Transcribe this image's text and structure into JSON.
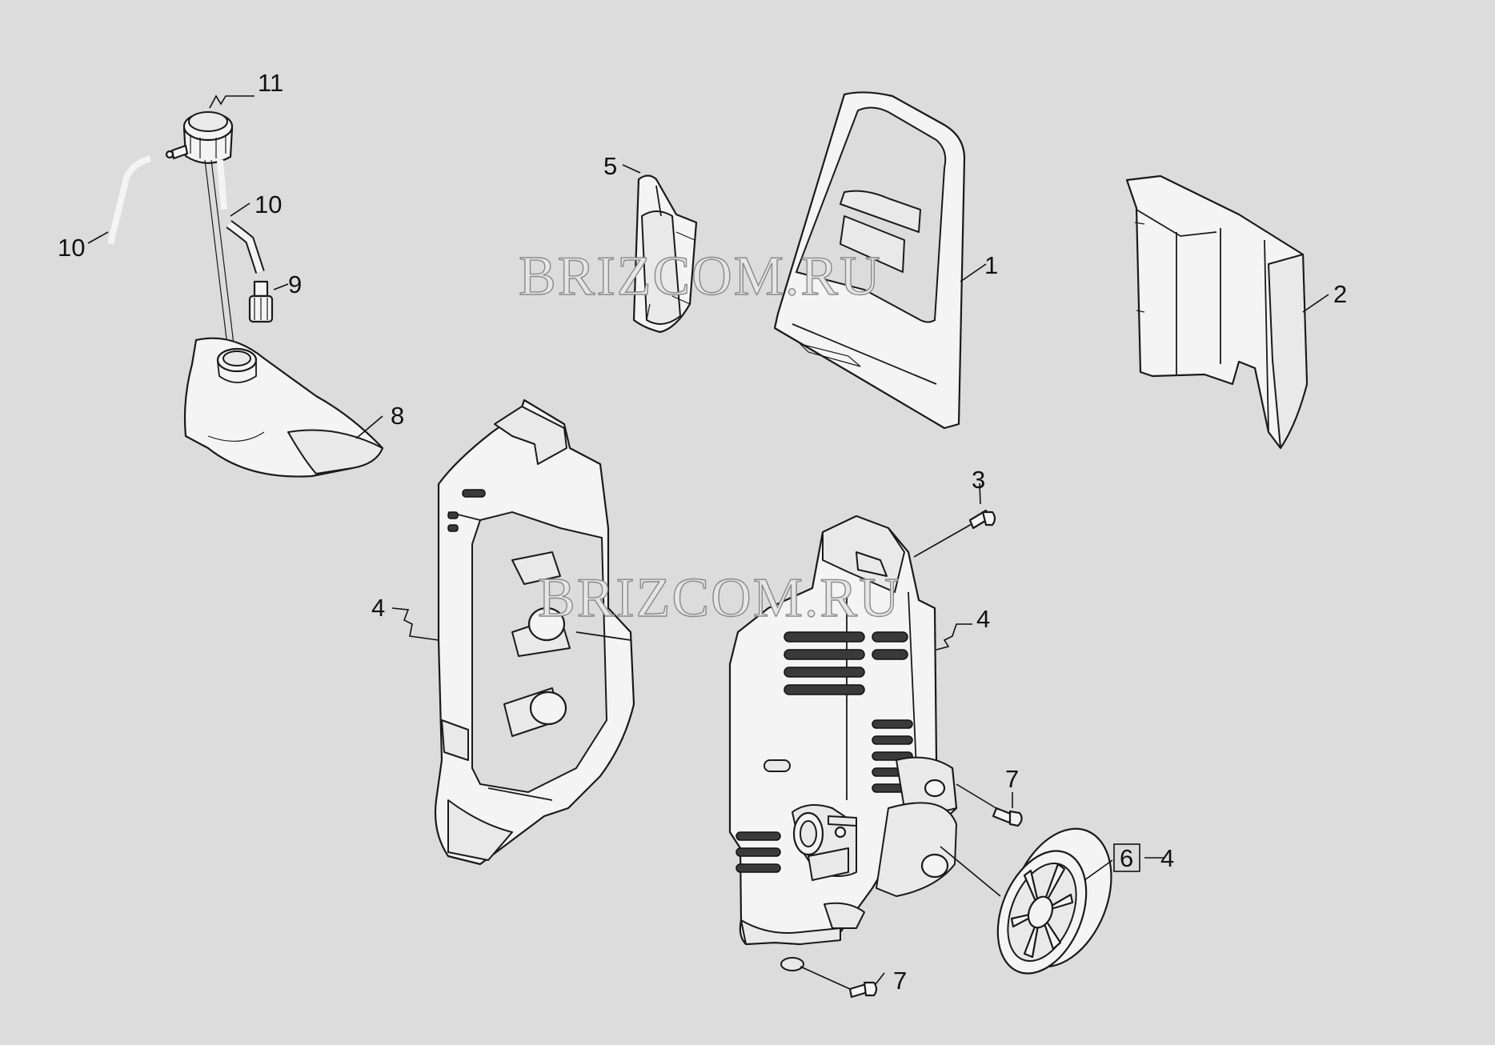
{
  "diagram": {
    "watermark": "BRIZCOM.RU",
    "callouts": {
      "c1": "1",
      "c2": "2",
      "c3": "3",
      "c4a": "4",
      "c4b": "4",
      "c4c": "4",
      "c5": "5",
      "c6": "6",
      "c7a": "7",
      "c7b": "7",
      "c8": "8",
      "c9": "9",
      "c10a": "10",
      "c10b": "10",
      "c11": "11"
    }
  }
}
